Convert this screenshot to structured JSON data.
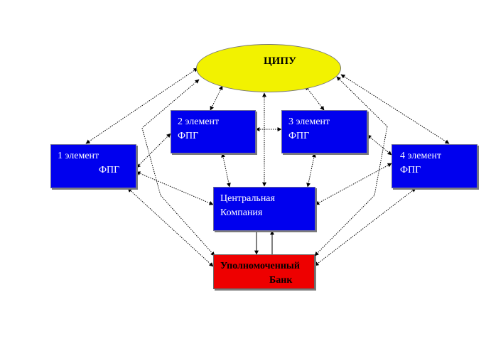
{
  "diagram": {
    "top": {
      "label": "ЦИПУ",
      "fill": "#f2f200"
    },
    "elements": [
      {
        "line1": "1 элемент",
        "line2": "ФПГ"
      },
      {
        "line1": "2 элемент",
        "line2": "ФПГ"
      },
      {
        "line1": "3 элемент",
        "line2": "ФПГ"
      },
      {
        "line1": "4 элемент",
        "line2": "ФПГ"
      }
    ],
    "central": {
      "line1": "Центральная",
      "line2": "Компания"
    },
    "bank": {
      "line1": "Уполномоченный",
      "line2": "Банк",
      "fill": "#ee0000"
    },
    "element_fill": "#0000ee"
  }
}
